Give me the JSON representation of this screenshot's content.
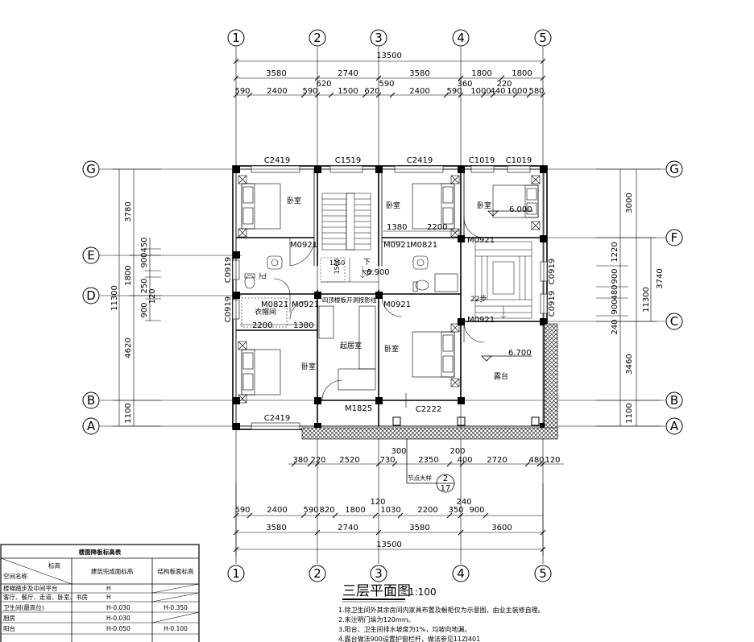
{
  "axes_top": [
    "1",
    "2",
    "3",
    "4",
    "5"
  ],
  "axes_left": [
    "G",
    "E",
    "D",
    "B",
    "A"
  ],
  "axes_right": [
    "G",
    "F",
    "C",
    "B",
    "A"
  ],
  "top_dims": {
    "total": "13500",
    "row1": [
      "3580",
      "2740",
      "3580",
      "1800",
      "1800"
    ],
    "row2_small": [
      "620",
      "590",
      "360",
      "220"
    ],
    "row3": [
      "590",
      "2400",
      "590",
      "1500",
      "620",
      "2400",
      "590",
      "1000",
      "440",
      "1000",
      "580"
    ]
  },
  "left_dims": {
    "total": "11300",
    "row1": [
      "3780",
      "1800",
      "4620",
      "1100"
    ],
    "row2": [
      "450",
      "900",
      "250",
      "120",
      "900"
    ]
  },
  "right_dims": {
    "total": "11300",
    "row1": [
      "3740"
    ],
    "row2": [
      "3000",
      "1220",
      "900",
      "480",
      "900",
      "240",
      "3460",
      "1100"
    ]
  },
  "bottom_dims": {
    "row0": [
      "380",
      "220",
      "2520",
      "730",
      "2350",
      "400",
      "2720",
      "480",
      "120"
    ],
    "row0_up": [
      "300",
      "200"
    ],
    "row1": [
      "590",
      "2400",
      "590",
      "820",
      "1800",
      "1030",
      "2200",
      "350",
      "900"
    ],
    "row1_up": [
      "120",
      "240"
    ],
    "row2": [
      "3580",
      "2740",
      "3580",
      "3600"
    ],
    "total": "13500"
  },
  "windows": [
    "C2419",
    "C1519",
    "C2419",
    "C1019",
    "C1019",
    "C2419",
    "C2222",
    "C0919",
    "C0919",
    "C0919",
    "C0919"
  ],
  "doors": [
    "M0921",
    "M0921",
    "M0821",
    "M0921",
    "M0921",
    "M0921",
    "M0921",
    "M0821",
    "M1825"
  ],
  "rooms": {
    "bed1": "卧室",
    "bed2": "卧室",
    "bed3": "卧室",
    "bed4": "卧室",
    "bed5": "卧室",
    "living": "起居室",
    "terrace": "露台",
    "closet": "衣帽间",
    "wc": "卫",
    "stair_down": "下",
    "stair_up": "22步"
  },
  "interior_dims": [
    "1380",
    "2200",
    "2200",
    "1380",
    "1250",
    "1560"
  ],
  "elevations": [
    "6.000",
    "6.900",
    "6.700"
  ],
  "hatch_note": "四顶楼板开洞按影线",
  "detail": {
    "label": "节点大样",
    "num": "2",
    "sheet": "17"
  },
  "title": "三层平面图",
  "scale": "1:100",
  "notes": [
    "1.除卫生间外其余房间内家具布置及橱柜仅为示意图，由业主装修自理。",
    "2.未注明门垛为120mm。",
    "3.阳台、卫生间排水坡度为1%，均坡向地漏。",
    "4.露台做法900设置护窗栏杆，做法参见11ZJ401"
  ],
  "table": {
    "title": "楼面降板标高表",
    "head_corner_top": "标高",
    "head_corner_bottom": "空间名称",
    "headers": [
      "建筑完成面标高",
      "结构板面标高"
    ],
    "rows": [
      {
        "name": "楼梯踏步及中间平台",
        "a": "H",
        "b": ""
      },
      {
        "name": "客厅、餐厅、走道、卧室、书房",
        "a": "H",
        "b": ""
      },
      {
        "name": "卫生间(最高位)",
        "a": "H-0.030",
        "b": "H-0.350"
      },
      {
        "name": "厨房",
        "a": "H-0.030",
        "b": ""
      },
      {
        "name": "阳台",
        "a": "H-0.050",
        "b": "H-0.100"
      }
    ]
  }
}
